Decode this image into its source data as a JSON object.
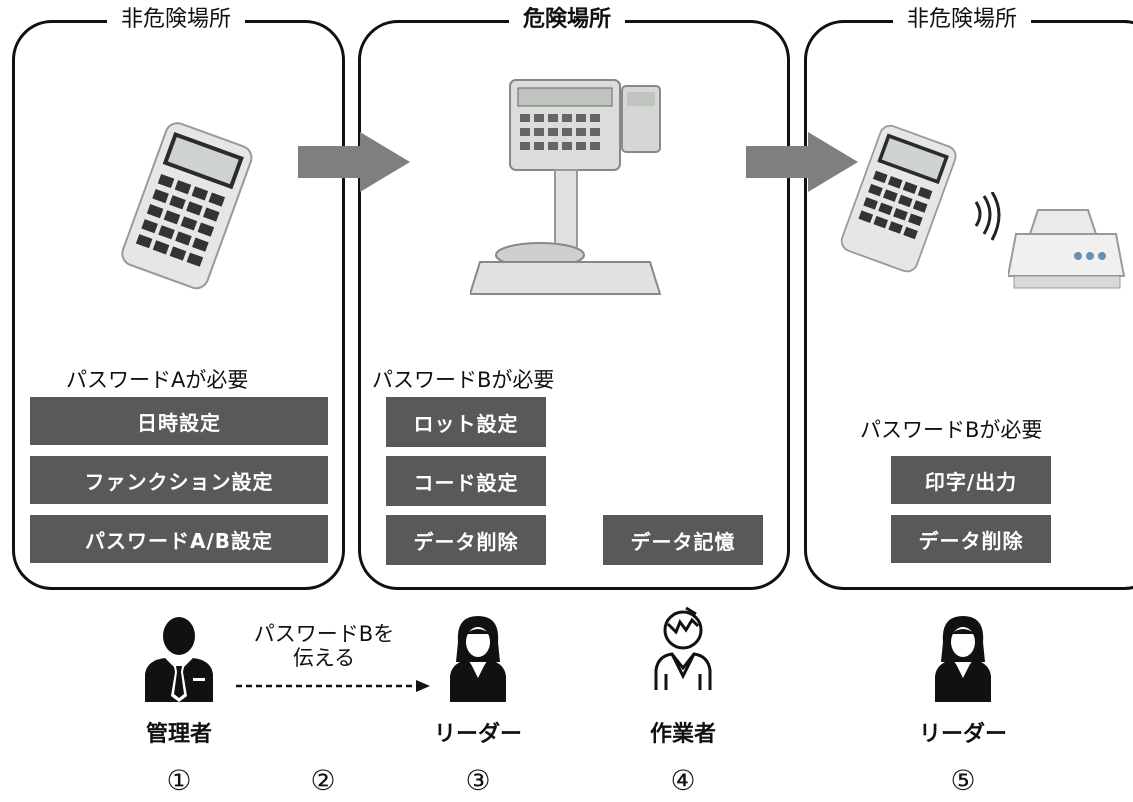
{
  "zones": {
    "left": {
      "title": "非危険場所",
      "requirement": "パスワードAが必要",
      "buttons": [
        "日時設定",
        "ファンクション設定",
        "パスワードA/B設定"
      ]
    },
    "center": {
      "title": "危険場所",
      "requirement": "パスワードBが必要",
      "buttons": [
        "ロット設定",
        "コード設定",
        "データ削除",
        "データ記憶"
      ]
    },
    "right": {
      "title": "非危険場所",
      "requirement": "パスワードBが必要",
      "buttons": [
        "印字/出力",
        "データ削除"
      ]
    }
  },
  "people": [
    {
      "role": "管理者",
      "step": "①",
      "icon": "manager-icon"
    },
    {
      "role": "リーダー",
      "step": "③",
      "icon": "leader-icon"
    },
    {
      "role": "作業者",
      "step": "④",
      "icon": "worker-icon"
    },
    {
      "role": "リーダー",
      "step": "⑤",
      "icon": "leader-icon"
    }
  ],
  "transfer": {
    "note_line1": "パスワードBを",
    "note_line2": "伝える",
    "step": "②"
  },
  "colors": {
    "button_bg": "#595959",
    "arrow": "#7f7f7f"
  }
}
